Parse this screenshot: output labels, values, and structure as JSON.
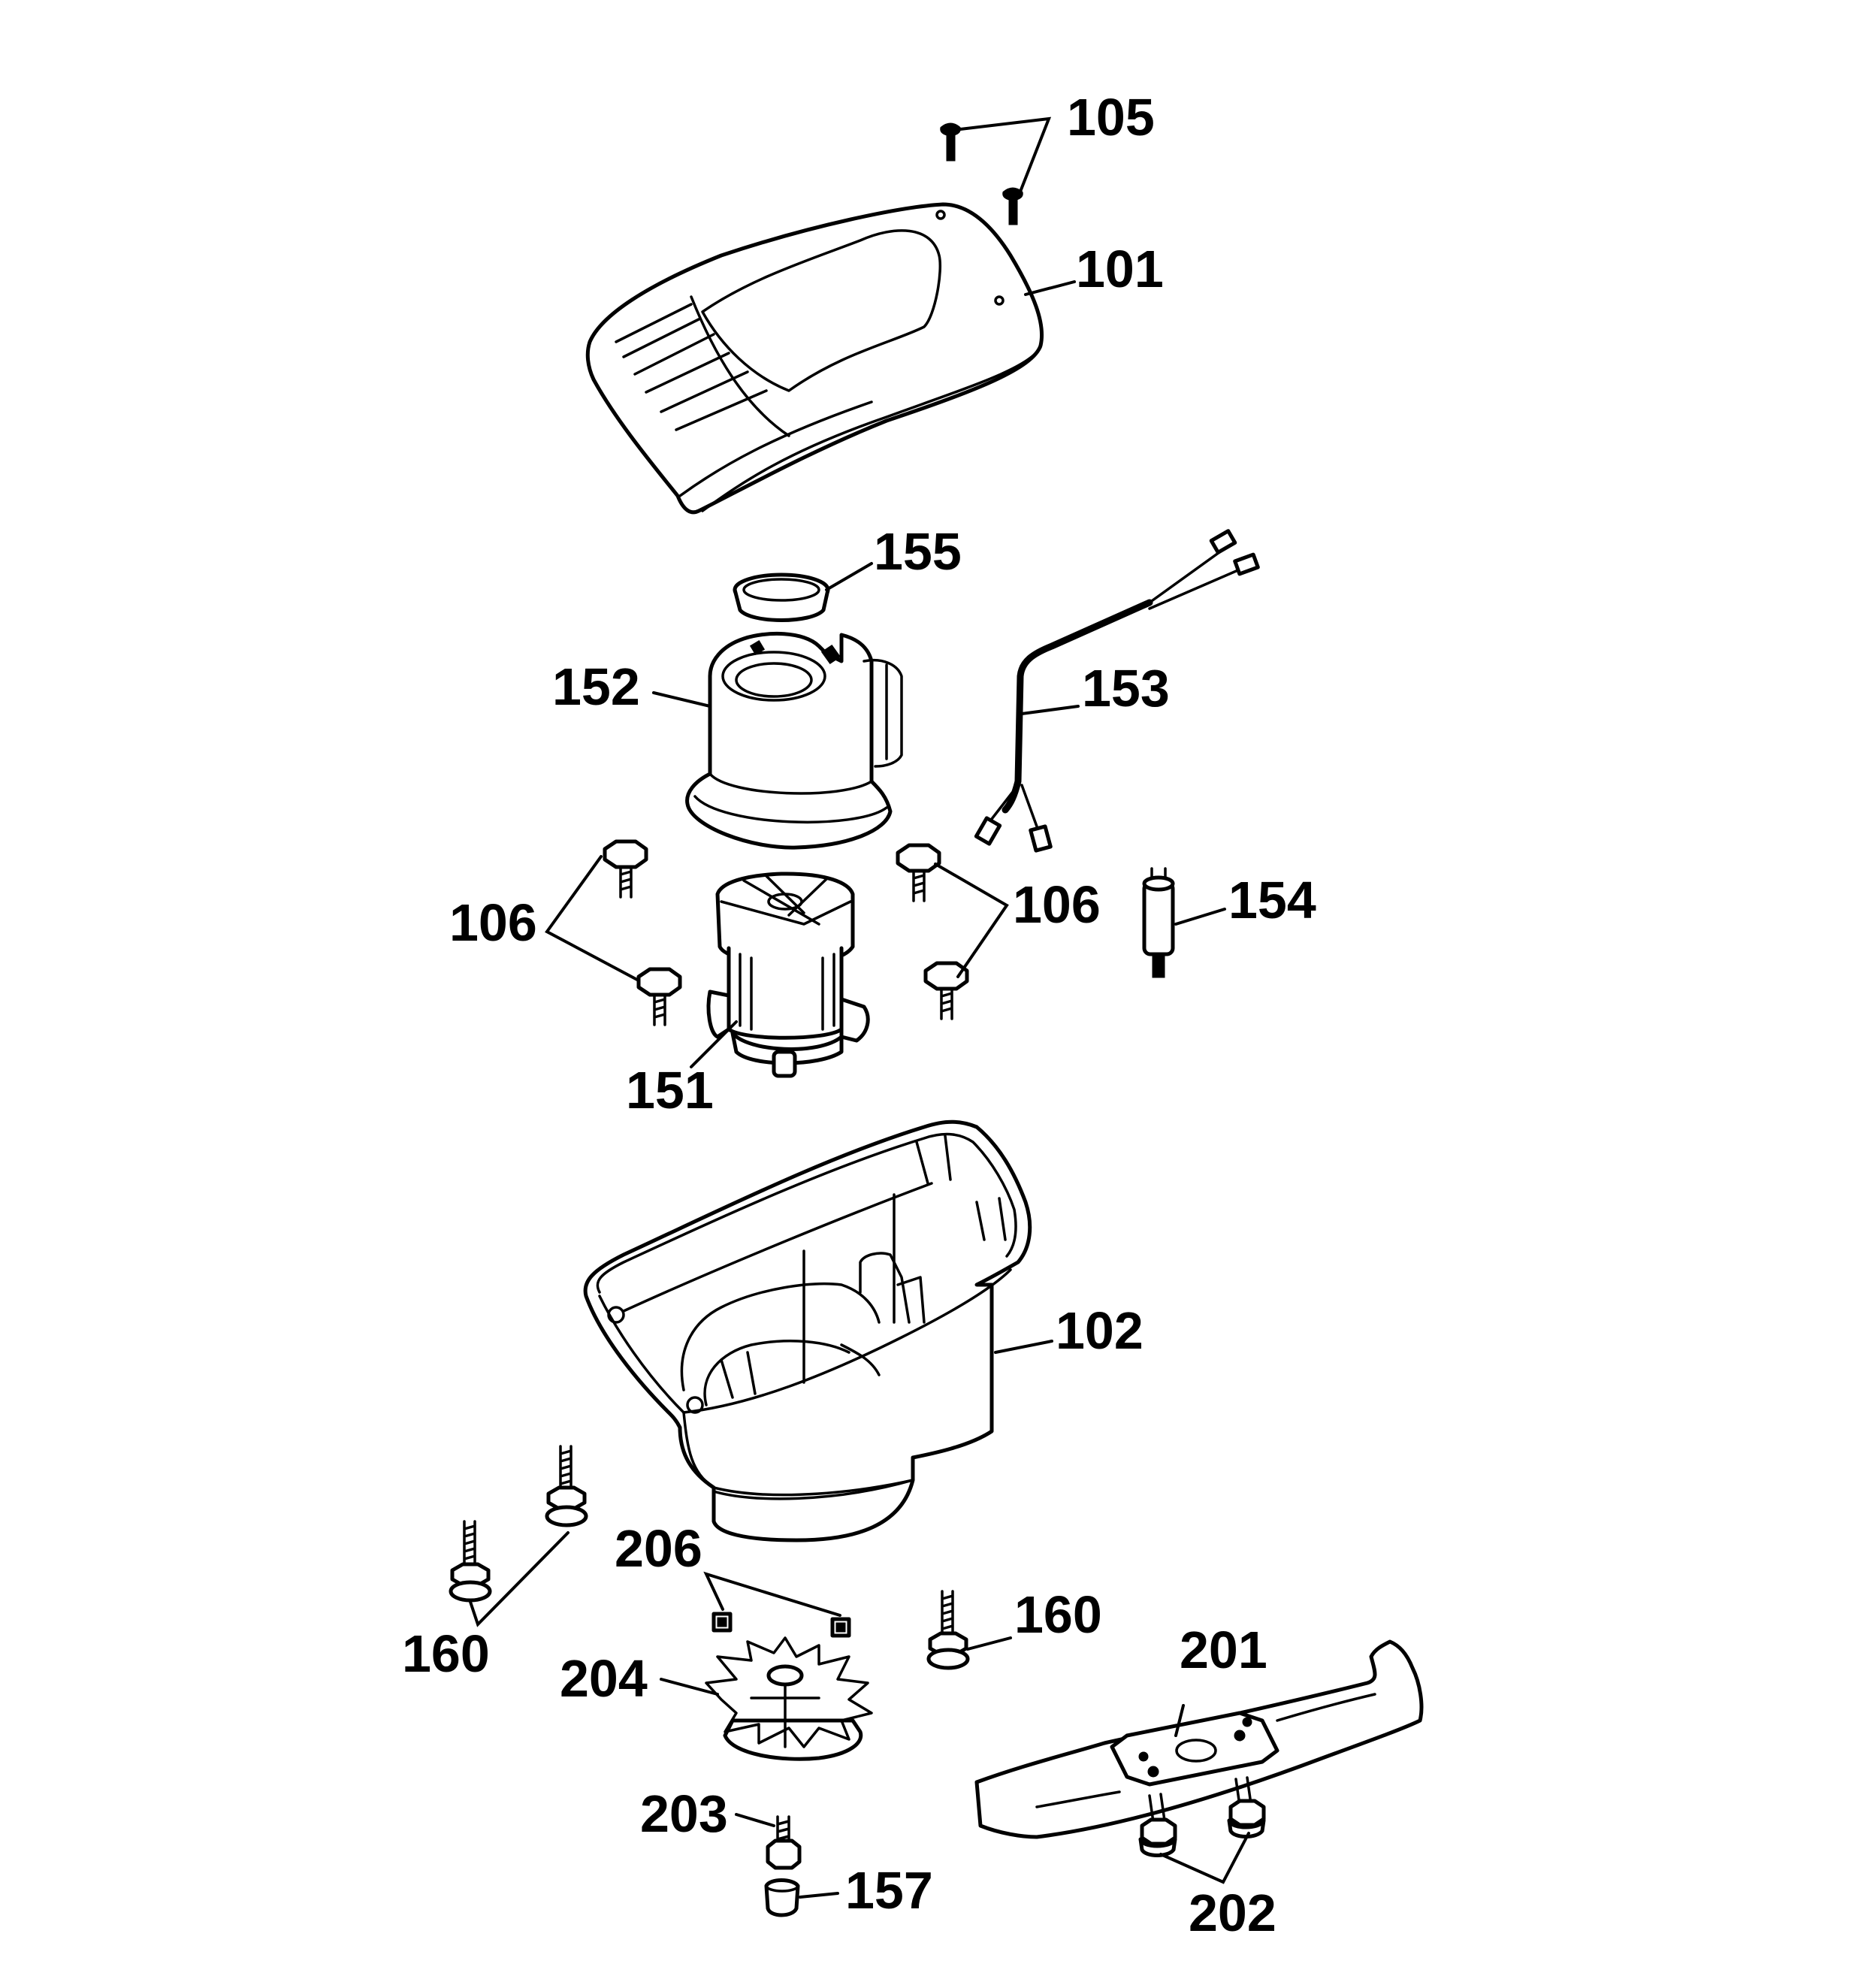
{
  "labels": {
    "p105": "105",
    "p101": "101",
    "p155": "155",
    "p152": "152",
    "p153": "153",
    "p106_left": "106",
    "p106_right": "106",
    "p154": "154",
    "p151": "151",
    "p102": "102",
    "p206": "206",
    "p160_left": "160",
    "p160_right": "160",
    "p204": "204",
    "p201": "201",
    "p203": "203",
    "p157": "157",
    "p202": "202"
  }
}
